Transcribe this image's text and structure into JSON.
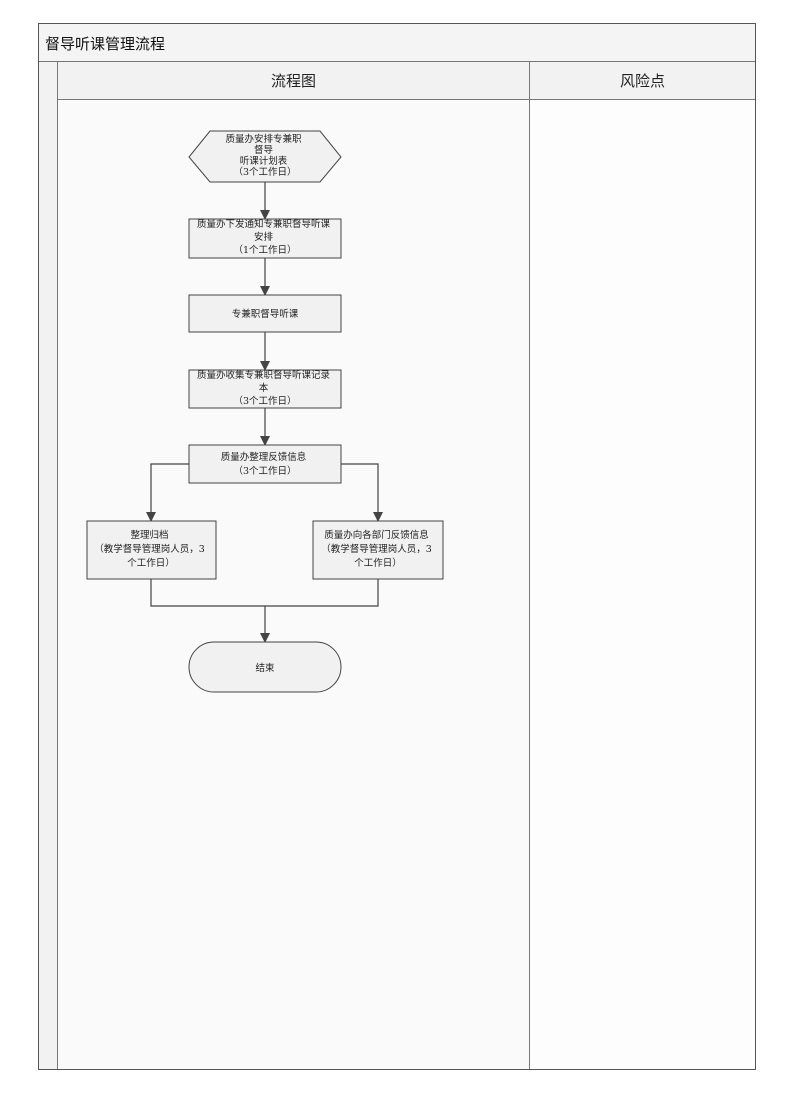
{
  "title": "督导听课管理流程",
  "columns": {
    "flow": "流程图",
    "risk": "风险点"
  },
  "nodes": {
    "start": [
      "质量办安排专兼职",
      "督导",
      "听课计划表",
      "（3个工作日）"
    ],
    "notify": [
      "质量办下发通知专兼职督导听课",
      "安排",
      "（1个工作日）"
    ],
    "attend": [
      "专兼职督导听课"
    ],
    "collect": [
      "质量办收集专兼职督导听课记录",
      "本",
      "（3个工作日）"
    ],
    "organize": [
      "质量办整理反馈信息",
      "（3个工作日）"
    ],
    "archive": [
      "整理归档",
      "（教学督导管理岗人员，3",
      "个工作日）"
    ],
    "feedback": [
      "质量办向各部门反馈信息",
      "（教学督导管理岗人员，3",
      "个工作日）"
    ],
    "end": [
      "结束"
    ]
  },
  "colors": {
    "node_fill": "#f1f1f1",
    "stroke": "#444444",
    "line": "#444444"
  }
}
